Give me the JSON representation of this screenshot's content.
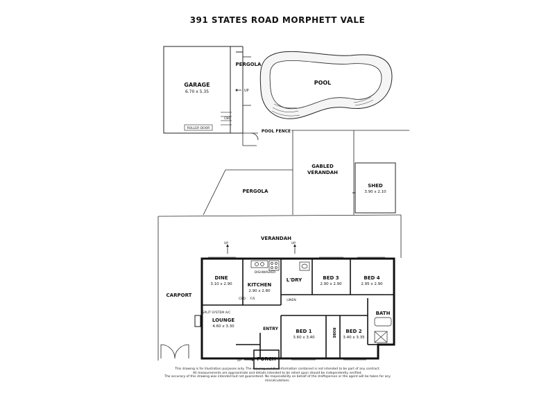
{
  "title": "391 STATES ROAD MORPHETT VALE",
  "rooms": {
    "garage": {
      "label": "GARAGE",
      "dims": "6.70 x 5.35"
    },
    "pergola_top": {
      "label": "PERGOLA"
    },
    "pool": {
      "label": "POOL"
    },
    "roller_door": {
      "label": "ROLLER DOOR"
    },
    "cbd_garage": {
      "label": "CBD"
    },
    "pool_fence": {
      "label": "POOL FENCE"
    },
    "gabled_verandah": {
      "label1": "GABLED",
      "label2": "VERANDAH"
    },
    "pergola_mid": {
      "label": "PERGOLA"
    },
    "shed": {
      "label": "SHED",
      "dims": "3.90 x 2.10"
    },
    "verandah": {
      "label": "VERANDAH"
    },
    "carport": {
      "label": "CARPORT"
    },
    "dine": {
      "label": "DINE",
      "dims": "3.10 x 2.90"
    },
    "dishwasher": {
      "label": "DISHWASHER"
    },
    "kitchen": {
      "label": "KITCHEN",
      "dims": "2.90 x 2.80"
    },
    "cbd_kitchen": {
      "label": "CBD"
    },
    "fs": {
      "label": "F/S"
    },
    "laundry": {
      "label": "L'DRY"
    },
    "linen": {
      "label": "LINEN"
    },
    "bed3": {
      "label": "BED 3",
      "dims": "2.90 x 2.90"
    },
    "bed4": {
      "label": "BED 4",
      "dims": "2.95 x 2.90"
    },
    "split": {
      "label": "SPLIT SYSTEM A/C"
    },
    "lounge": {
      "label": "LOUNGE",
      "dims": "4.60 x 3.30"
    },
    "entry": {
      "label": "ENTRY"
    },
    "bed1": {
      "label": "BED 1",
      "dims": "3.60 x 3.40"
    },
    "robe": {
      "label": "ROBE"
    },
    "bed2": {
      "label": "BED 2",
      "dims": "3.40 x 3.35"
    },
    "bath": {
      "label": "BATH"
    },
    "porch": {
      "label": "PORCH"
    }
  },
  "arrows": {
    "up": "UP"
  },
  "disclaimer": [
    "This drawing is for illustration purposes only. The drawing and the information contained is not intended to be part of any contract.",
    "All measurements are approximate and details intended to be relied upon should be independently verified.",
    "The accuracy of this drawing was intended but not guaranteed. No responsibility on behalf of the draftsperson or the agent will be taken for any miscalculations."
  ]
}
